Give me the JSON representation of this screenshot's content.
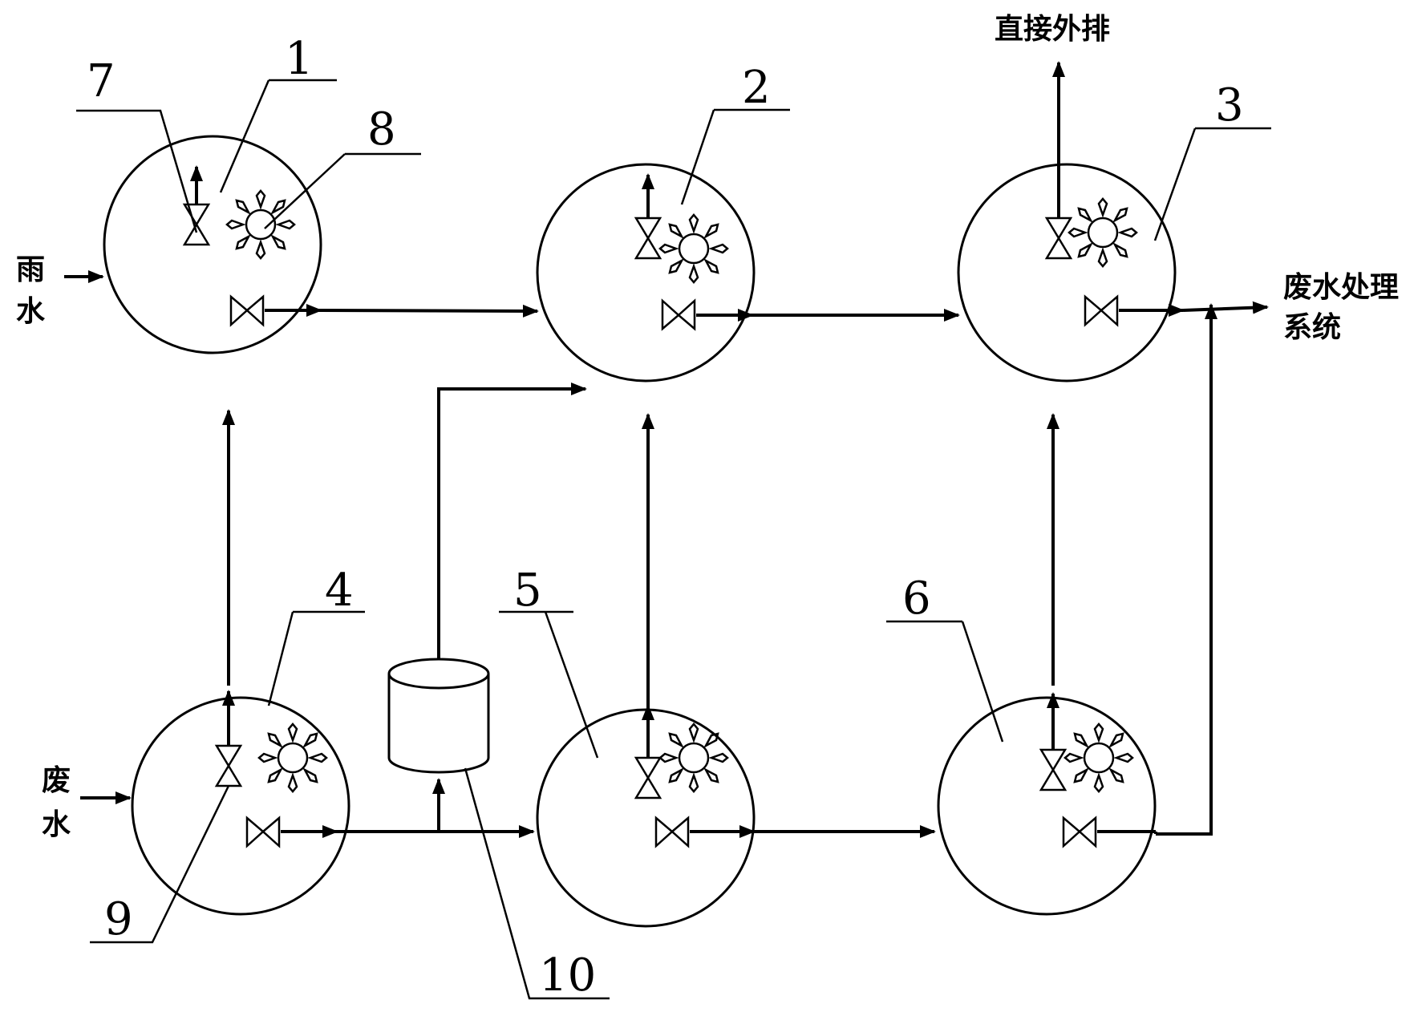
{
  "labels": {
    "n1": "1",
    "n2": "2",
    "n3": "3",
    "n4": "4",
    "n5": "5",
    "n6": "6",
    "n7": "7",
    "n8": "8",
    "n9": "9",
    "n10": "10"
  },
  "text": {
    "rain_1": "雨",
    "rain_2": "水",
    "waste_1": "废",
    "waste_2": "水",
    "direct_discharge": "直接外排",
    "treatment_1": "废水处理",
    "treatment_2": "系统"
  }
}
